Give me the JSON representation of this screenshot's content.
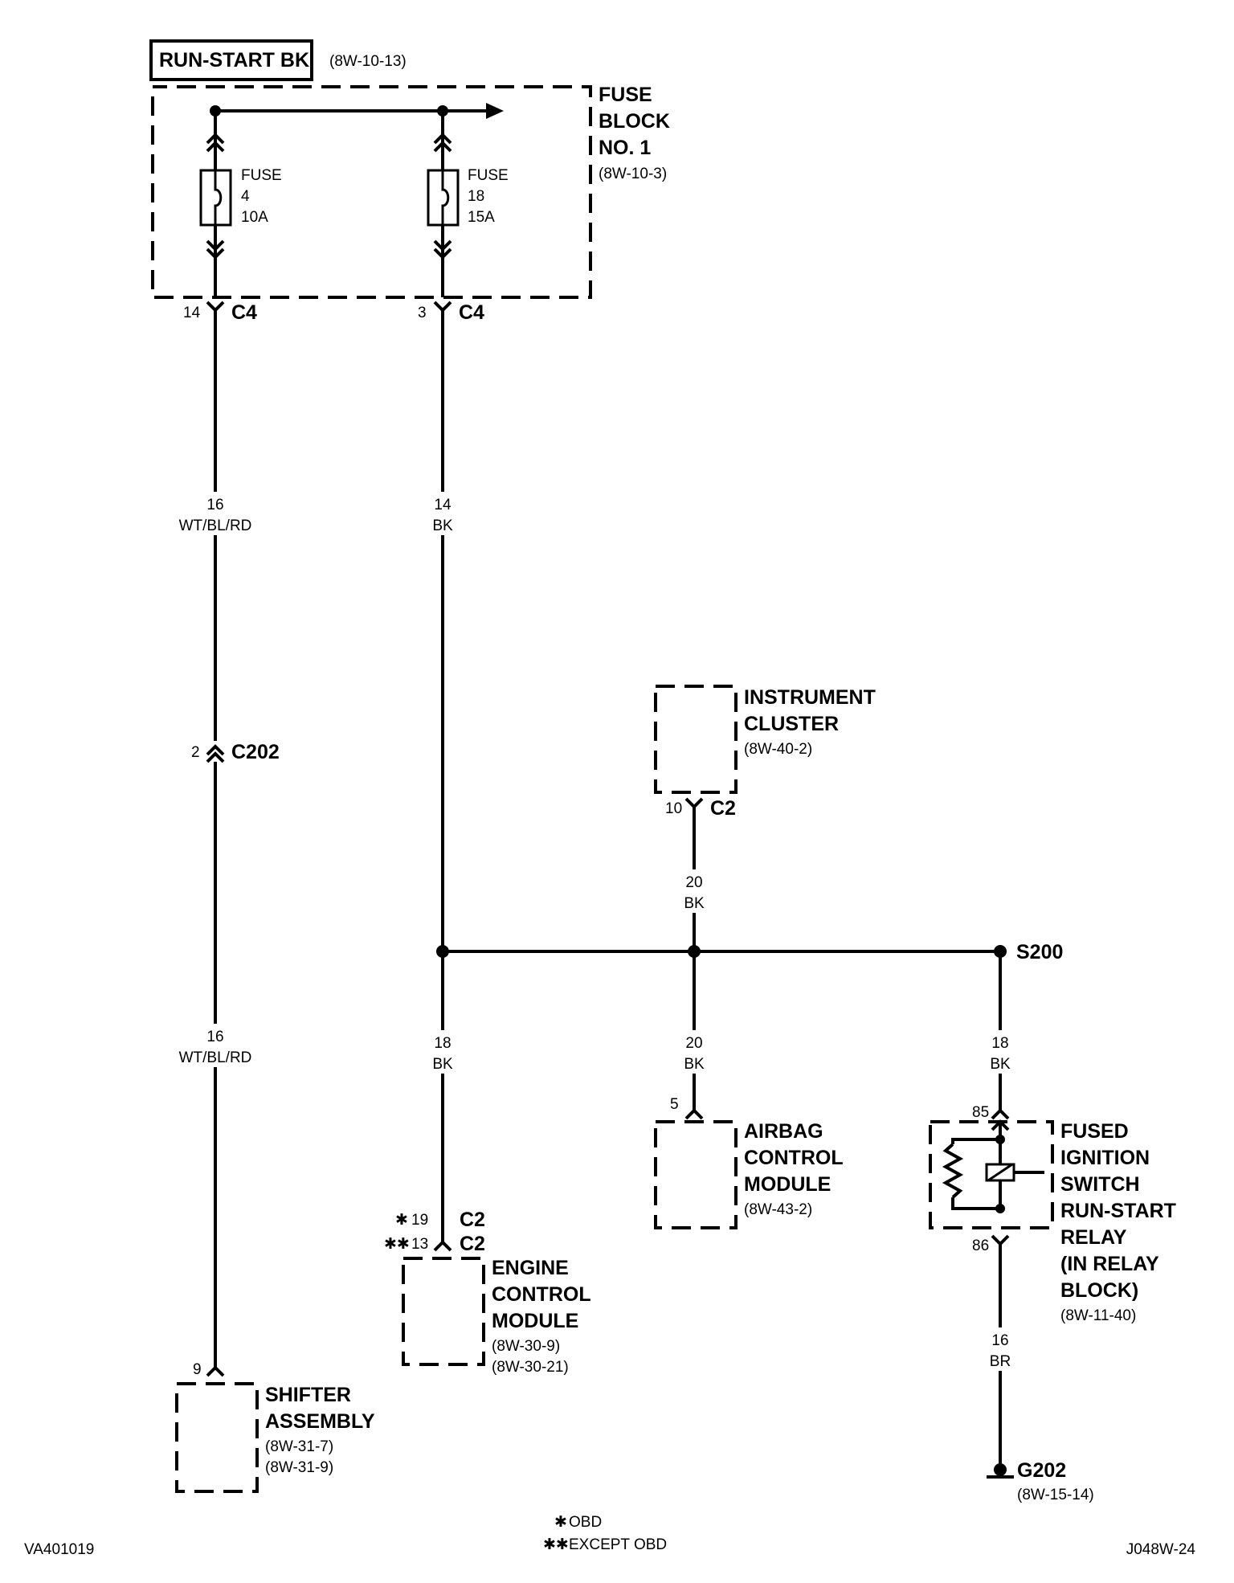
{
  "source": {
    "label": "RUN-START BK",
    "ref": "(8W-10-13)"
  },
  "fuse_block": {
    "title_lines": [
      "FUSE",
      "BLOCK",
      "NO. 1"
    ],
    "ref": "(8W-10-3)",
    "fuses": [
      {
        "lines": [
          "FUSE",
          "4",
          "10A"
        ]
      },
      {
        "lines": [
          "FUSE",
          "18",
          "15A"
        ]
      }
    ]
  },
  "connectors": {
    "c4_left": {
      "pin": "14",
      "name": "C4"
    },
    "c4_right": {
      "pin": "3",
      "name": "C4"
    },
    "c202": {
      "pin": "2",
      "name": "C202"
    },
    "ic_c2": {
      "pin": "10",
      "name": "C2"
    },
    "ecm_c2_obd": {
      "pin": "19",
      "name": "C2"
    },
    "ecm_c2_except": {
      "pin": "13",
      "name": "C2"
    },
    "airbag_pin": "5",
    "shifter_pin": "9",
    "relay_pin_85": "85",
    "relay_pin_86": "86"
  },
  "wires": {
    "w1_top": {
      "gauge": "16",
      "color": "WT/BL/RD"
    },
    "w1_bottom": {
      "gauge": "16",
      "color": "WT/BL/RD"
    },
    "w2_top": {
      "gauge": "14",
      "color": "BK"
    },
    "w2_ecm": {
      "gauge": "18",
      "color": "BK"
    },
    "w_ic": {
      "gauge": "20",
      "color": "BK"
    },
    "w_airbag": {
      "gauge": "20",
      "color": "BK"
    },
    "w_relay": {
      "gauge": "18",
      "color": "BK"
    },
    "w_ground": {
      "gauge": "16",
      "color": "BR"
    }
  },
  "splice": {
    "name": "S200"
  },
  "ground": {
    "name": "G202",
    "ref": "(8W-15-14)"
  },
  "components": {
    "instrument_cluster": {
      "lines": [
        "INSTRUMENT",
        "CLUSTER"
      ],
      "refs": [
        "(8W-40-2)"
      ]
    },
    "airbag": {
      "lines": [
        "AIRBAG",
        "CONTROL",
        "MODULE"
      ],
      "refs": [
        "(8W-43-2)"
      ]
    },
    "relay": {
      "lines": [
        "FUSED",
        "IGNITION",
        "SWITCH",
        "RUN-START",
        "RELAY",
        "(IN RELAY",
        "BLOCK)"
      ],
      "refs": [
        "(8W-11-40)"
      ]
    },
    "ecm": {
      "lines": [
        "ENGINE",
        "CONTROL",
        "MODULE"
      ],
      "refs": [
        "(8W-30-9)",
        "(8W-30-21)"
      ]
    },
    "shifter": {
      "lines": [
        "SHIFTER",
        "ASSEMBLY"
      ],
      "refs": [
        "(8W-31-7)",
        "(8W-31-9)"
      ]
    }
  },
  "legend": {
    "obd_mark": "✱",
    "obd": "OBD",
    "except_mark": "✱✱",
    "except": "EXCEPT OBD"
  },
  "footer": {
    "left_id": "VA401019",
    "right_id": "J048W-24"
  }
}
